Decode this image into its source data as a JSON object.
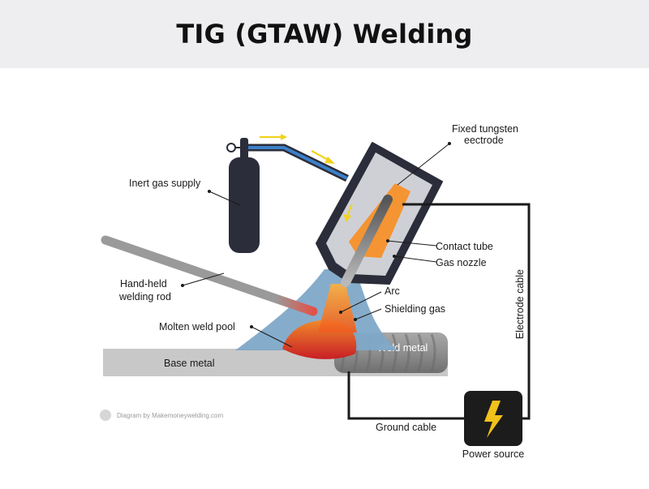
{
  "title": "TIG (GTAW) Welding",
  "labels": {
    "tungsten_line1": "Fixed tungsten",
    "tungsten_line2": "eectrode",
    "gas_supply": "Inert gas supply",
    "contact_tube": "Contact tube",
    "gas_nozzle": "Gas nozzle",
    "rod_line1": "Hand-held",
    "rod_line2": "welding rod",
    "arc": "Arc",
    "shielding_gas": "Shielding gas",
    "weld_pool": "Molten weld pool",
    "weld_metal": "Weld metal",
    "base_metal": "Base metal",
    "electrode_cable": "Electrode cable",
    "ground_cable": "Ground cable",
    "power_source": "Power source"
  },
  "credit": "Diagram by Makemoneywelding.com",
  "colors": {
    "arrow": "#f2d21c",
    "lightning": "#f2c21c",
    "cylinder": "#2b2d3a",
    "gas_hose": "#3c80c8",
    "shield_gas": "#7fa8c8",
    "torch_nozzle": "#cfd0d6"
  }
}
